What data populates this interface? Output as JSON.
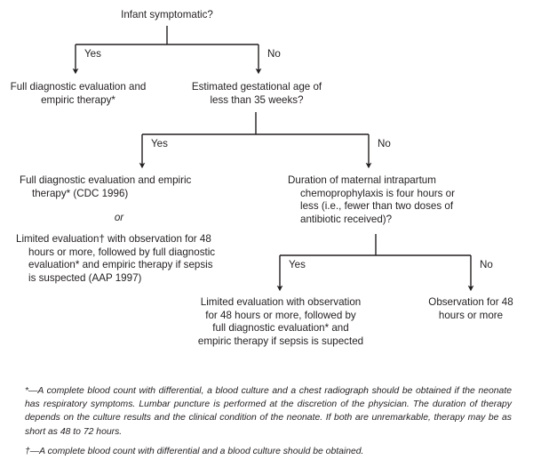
{
  "figure": {
    "type": "decision-flowchart",
    "title_node": "Infant symptomatic?",
    "nodes": [
      {
        "id": "root",
        "text": "Infant symptomatic?"
      },
      {
        "id": "symptomatic-yes",
        "text": "Full diagnostic evaluation and\nempiric therapy*"
      },
      {
        "id": "gestational-age",
        "text": "Estimated gestational age of\nless than 35 weeks?"
      },
      {
        "id": "preterm-yes",
        "text": "Full diagnostic evaluation and empiric\ntherapy* (CDC 1996)"
      },
      {
        "id": "preterm-yes-alt",
        "text": "Limited evaluation† with observation for 48\nhours or more, followed by full diagnostic\nevaluation* and empiric therapy if sepsis\nis suspected (AAP 1997)"
      },
      {
        "id": "chemoprophylaxis",
        "text": "Duration of maternal intrapartum\nchemoprophylaxis is four hours or\nless (i.e., fewer than two doses of\nantibiotic received)?"
      },
      {
        "id": "chemo-yes",
        "text": "Limited evaluation with observation\nfor 48 hours or more, followed by\nfull diagnostic evaluation* and\nempiric therapy if sepsis is supected"
      },
      {
        "id": "chemo-no",
        "text": "Observation for 48\nhours or more"
      }
    ],
    "or_connector": "or",
    "edge_labels": {
      "symptomatic_yes": "Yes",
      "symptomatic_no": "No",
      "gestational_yes": "Yes",
      "gestational_no": "No",
      "chemo_yes": "Yes",
      "chemo_no": "No"
    },
    "line_color": "#231f20"
  },
  "footnotes": [
    {
      "marker": "*",
      "text": "*—A complete blood count with differential, a blood culture and a chest radiograph should be obtained if the neonate has respiratory symptoms. Lumbar puncture is performed at the discretion of the physician. The duration of therapy depends on the culture results and the clinical condition of the neonate. If both are unremarkable, therapy may be as short as 48 to 72 hours."
    },
    {
      "marker": "†",
      "text": "†—A complete blood count with differential and a blood culture should be obtained."
    }
  ]
}
